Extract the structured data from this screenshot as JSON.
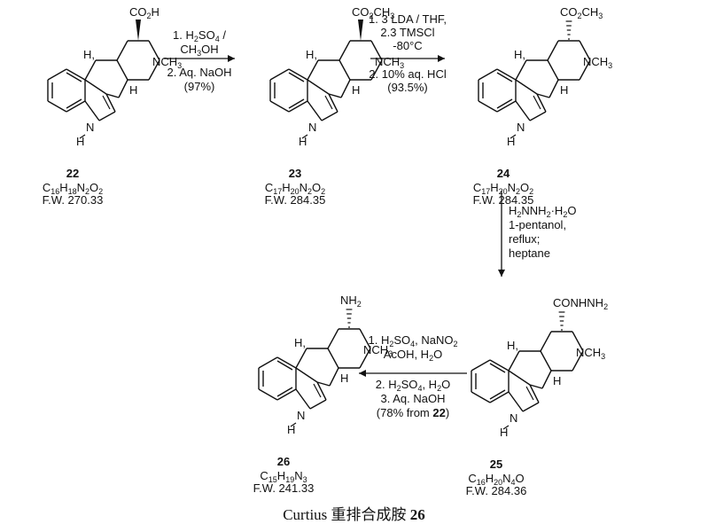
{
  "compounds": [
    {
      "id": "c22",
      "number": "22",
      "formula": [
        "C",
        "16",
        "H",
        "18",
        "N",
        "2",
        "O",
        "2"
      ],
      "fw": "F.W. 270.33",
      "substituent": "CO2H",
      "sub_text": [
        "CO",
        "2",
        "H"
      ]
    },
    {
      "id": "c23",
      "number": "23",
      "formula": [
        "C",
        "17",
        "H",
        "20",
        "N",
        "2",
        "O",
        "2"
      ],
      "fw": "F.W. 284.35",
      "substituent": "CO2CH3",
      "sub_text": [
        "CO",
        "2",
        "CH",
        "3"
      ]
    },
    {
      "id": "c24",
      "number": "24",
      "formula": [
        "C",
        "17",
        "H",
        "20",
        "N",
        "2",
        "O",
        "2"
      ],
      "fw": "F.W. 284.35",
      "substituent": "CO2CH3",
      "sub_text": [
        "CO",
        "2",
        "CH",
        "3"
      ]
    },
    {
      "id": "c25",
      "number": "25",
      "formula": [
        "C",
        "16",
        "H",
        "20",
        "N",
        "4",
        "O"
      ],
      "fw": "F.W. 284.36",
      "substituent": "CONHNH2",
      "sub_text": [
        "CONHNH",
        "2"
      ]
    },
    {
      "id": "c26",
      "number": "26",
      "formula": [
        "C",
        "15",
        "H",
        "19",
        "N",
        "3"
      ],
      "fw": "F.W. 241.33",
      "substituent": "NH2",
      "sub_text": [
        "NH",
        "2"
      ]
    }
  ],
  "ring_labels": {
    "nch3": "NCH",
    "nch3_sub": "3",
    "h": "H",
    "nh": "N",
    "nh_h": "H"
  },
  "step1": {
    "lines": [
      [
        "1. H",
        "2",
        "SO",
        "4",
        " /"
      ],
      [
        "CH",
        "3",
        "OH"
      ],
      [
        "2. Aq. NaOH"
      ],
      [
        "(97%)"
      ]
    ]
  },
  "step2": {
    "lines": [
      [
        "1. 3 LDA / THF,"
      ],
      [
        "2.3 TMSCl"
      ],
      [
        "-80°C"
      ],
      [
        "2. 10% aq. HCl"
      ],
      [
        "(93.5%)"
      ]
    ]
  },
  "step3": {
    "lines": [
      [
        "H",
        "2",
        "NNH",
        "2",
        "·H",
        "2",
        "O"
      ],
      [
        "1-pentanol,"
      ],
      [
        "reflux;"
      ],
      [
        "heptane"
      ]
    ]
  },
  "step4": {
    "lines": [
      [
        "1. H",
        "2",
        "SO",
        "4",
        ", NaNO",
        "2"
      ],
      [
        "AcOH, H",
        "2",
        "O"
      ],
      [
        "2. H",
        "2",
        "SO",
        "4",
        ", H",
        "2",
        "O"
      ],
      [
        "3. Aq. NaOH"
      ],
      [
        "(78% from ",
        "22",
        ")"
      ]
    ]
  },
  "caption": {
    "text": "Curtius 重排合成胺 ",
    "number": "26"
  }
}
